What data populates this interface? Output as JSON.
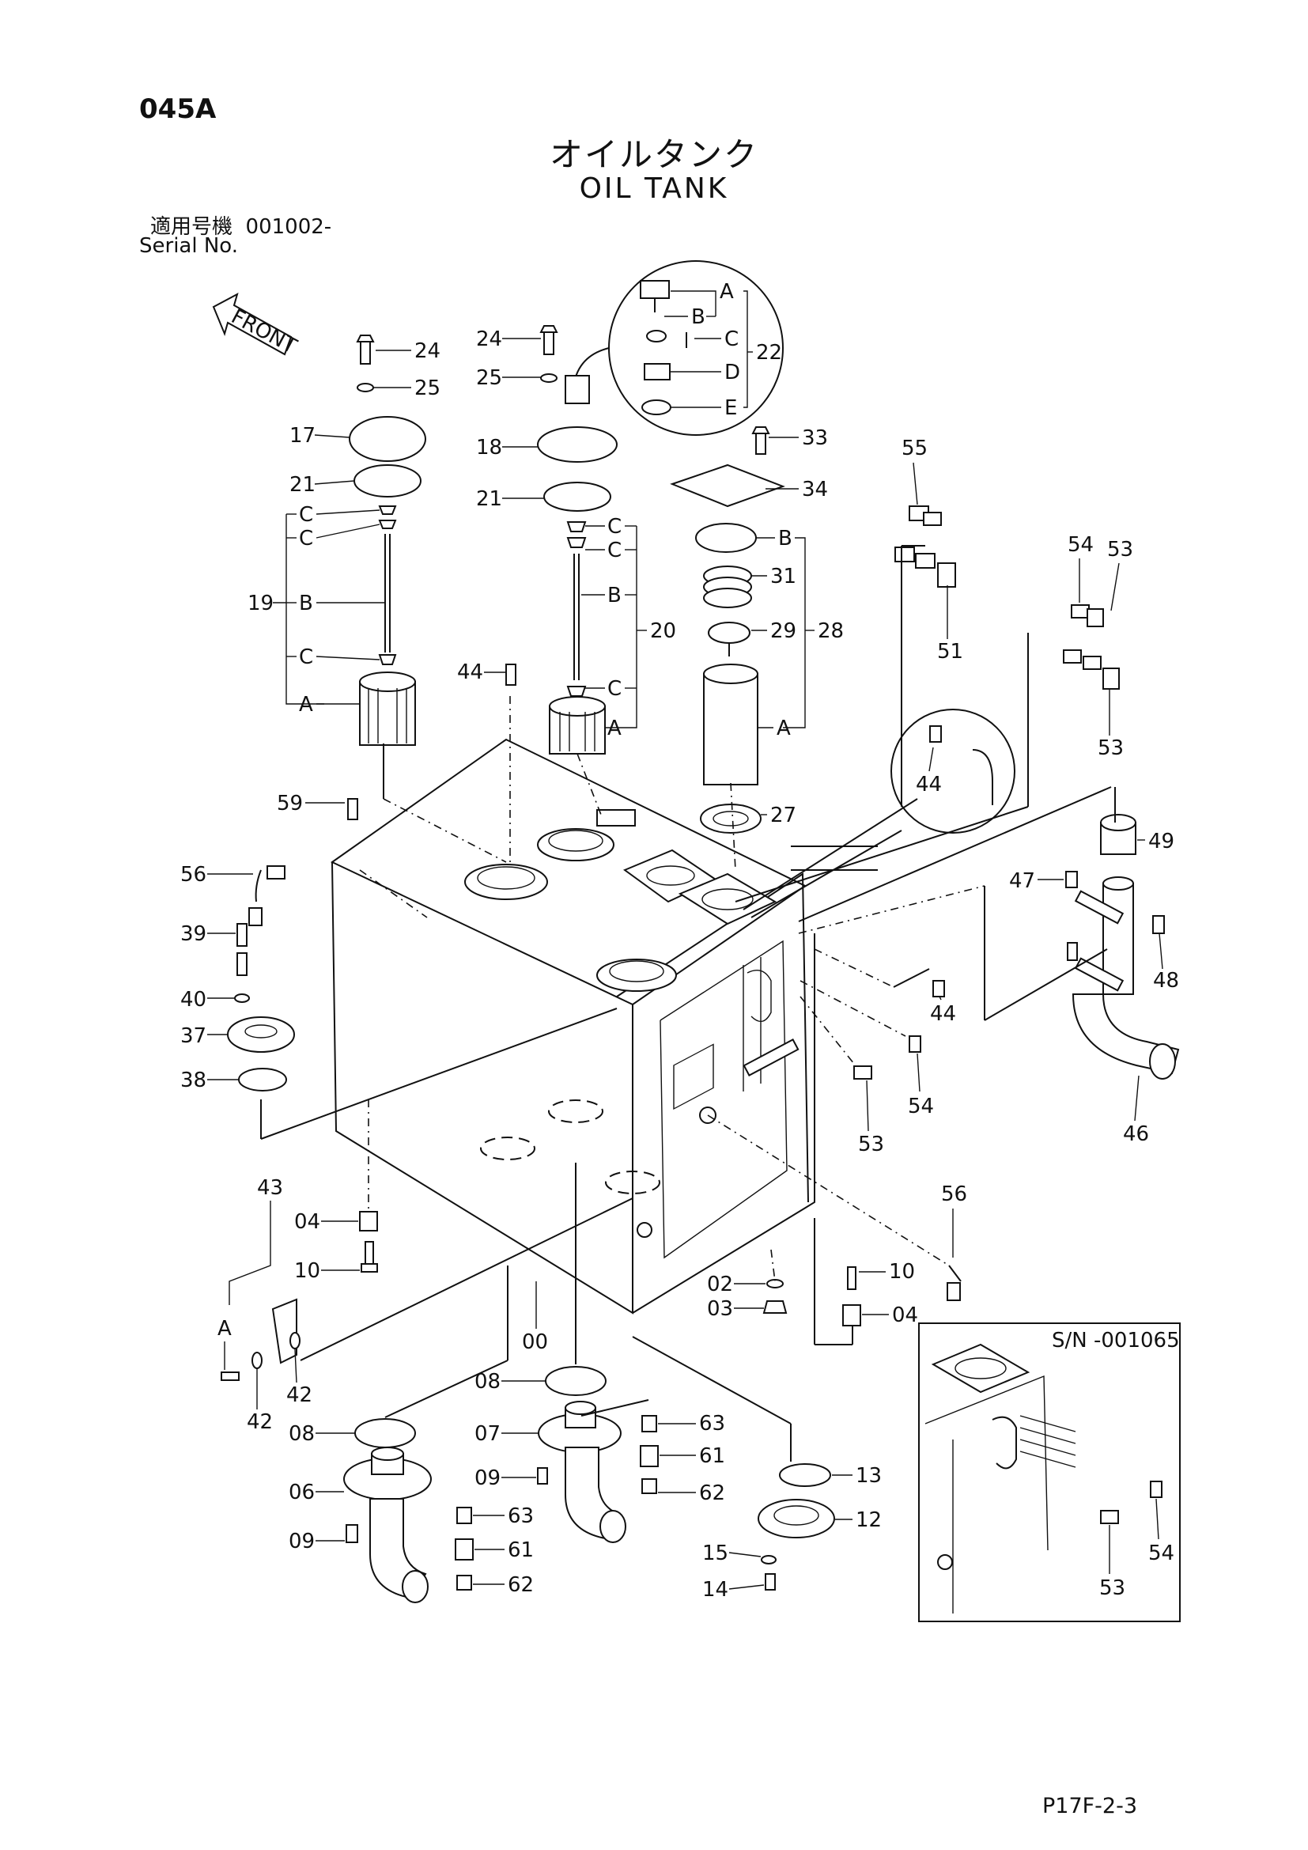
{
  "header": {
    "page_code": "045A",
    "title_jp": "オイルタンク",
    "title_en": "OIL TANK",
    "serial_label_jp": "適用号機",
    "serial_value": "001002-",
    "serial_label_en": "Serial No."
  },
  "front_arrow_label": "FRONT",
  "callouts": {
    "c24a": "24",
    "c25a": "25",
    "c17": "17",
    "c21a": "21",
    "c19": "19",
    "c19a": "A",
    "c19b": "B",
    "c19c1": "C",
    "c19c2": "C",
    "c19c3": "C",
    "c24b": "24",
    "c25b": "25",
    "c18": "18",
    "c21b": "21",
    "c20": "20",
    "c20a": "A",
    "c20b": "B",
    "c20c1": "C",
    "c20c2": "C",
    "c20c3": "C",
    "c22": "22",
    "c22a": "A",
    "c22b": "B",
    "c22c": "C",
    "c22d": "D",
    "c22e": "E",
    "c33": "33",
    "c34": "34",
    "c28": "28",
    "c28a": "A",
    "c28b": "B",
    "c31": "31",
    "c29": "29",
    "c27": "27",
    "c55": "55",
    "c51": "51",
    "c54a": "54",
    "c53a": "53",
    "c53b": "53",
    "c44a": "44",
    "c44b": "44",
    "c44c": "44",
    "c59": "59",
    "c56a": "56",
    "c49": "49",
    "c47": "47",
    "c48": "48",
    "c39": "39",
    "c40": "40",
    "c37": "37",
    "c38": "38",
    "c54b": "54",
    "c53c": "53",
    "c46": "46",
    "c56b": "56",
    "c04a": "04",
    "c10a": "10",
    "c43": "43",
    "c43a": "A",
    "c42a": "42",
    "c42b": "42",
    "c02": "02",
    "c03": "03",
    "c10b": "10",
    "c04b": "04",
    "c00": "00",
    "c08a": "08",
    "c08b": "08",
    "c07": "07",
    "c06": "06",
    "c09a": "09",
    "c09b": "09",
    "c63a": "63",
    "c61a": "61",
    "c62a": "62",
    "c63b": "63",
    "c61b": "61",
    "c62b": "62",
    "c13": "13",
    "c12": "12",
    "c15": "15",
    "c14": "14",
    "inset_sn": "S/N -001065",
    "c54c": "54",
    "c53d": "53"
  },
  "footer": {
    "page_ref": "P17F-2-3"
  }
}
